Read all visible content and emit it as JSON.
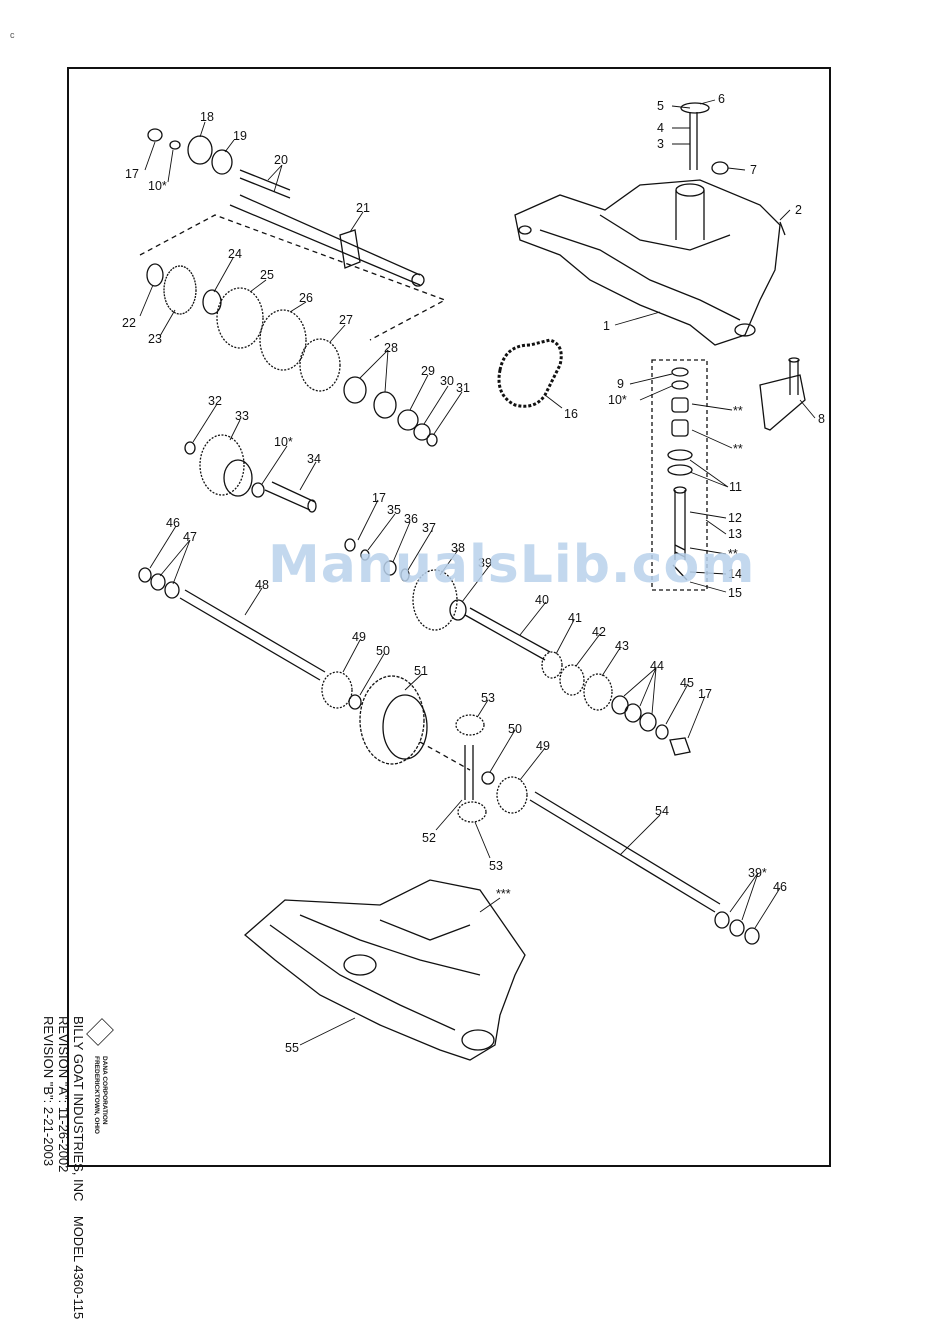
{
  "watermark": "ManualsLib.com",
  "stray_mark": "c",
  "title_block": {
    "company_line1": "DANA CORPORATION",
    "company_line2": "FREDERICKTOWN, OHIO",
    "model_line": "BILLY GOAT INDUSTRIES, INC    MODEL 4360-115",
    "revision_a": "REVISION \"A\": 11-26-2002",
    "revision_b": "REVISION \"B\": 2-21-2003"
  },
  "callouts": {
    "c1": "1",
    "c2": "2",
    "c3": "3",
    "c4": "4",
    "c5": "5",
    "c6": "6",
    "c7": "7",
    "c8": "8",
    "c9": "9",
    "c10a": "10*",
    "c10b": "10*",
    "c10c": "10*",
    "c11": "11",
    "c12": "12",
    "c13": "13",
    "c14": "14",
    "c15": "15",
    "c16": "16",
    "c17a": "17",
    "c17b": "17",
    "c17c": "17",
    "c18": "18",
    "c19": "19",
    "c20": "20",
    "c21": "21",
    "c22": "22",
    "c23": "23",
    "c24": "24",
    "c25": "25",
    "c26": "26",
    "c27": "27",
    "c28": "28",
    "c29": "29",
    "c30": "30",
    "c31": "31",
    "c32": "32",
    "c33": "33",
    "c34": "34",
    "c35": "35",
    "c36": "36",
    "c37": "37",
    "c38": "38",
    "c39": "39",
    "c39b": "39*",
    "c40": "40",
    "c41": "41",
    "c42": "42",
    "c43": "43",
    "c44": "44",
    "c45": "45",
    "c46a": "46",
    "c46b": "46",
    "c47": "47",
    "c48": "48",
    "c49a": "49",
    "c49b": "49",
    "c50a": "50",
    "c50b": "50",
    "c51": "51",
    "c52": "52",
    "c53a": "53",
    "c53b": "53",
    "c54": "54",
    "c55": "55",
    "sa": "**",
    "sb": "**",
    "sc": "**",
    "sd": "***"
  }
}
